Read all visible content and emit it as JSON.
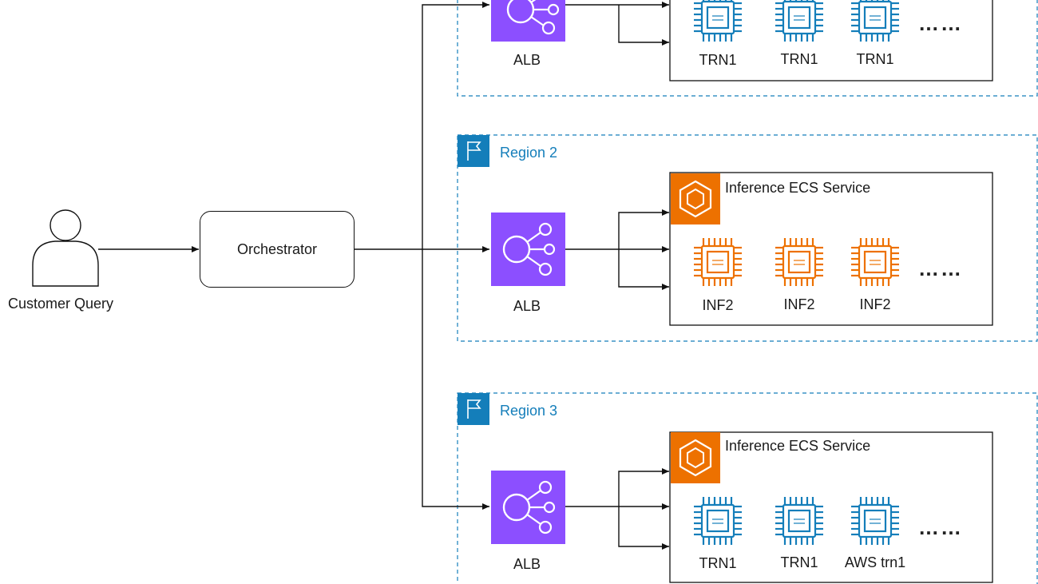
{
  "customer": {
    "label": "Customer Query",
    "icon": "user-icon"
  },
  "orchestrator": {
    "label": "Orchestrator"
  },
  "colors": {
    "alb": "#8c4fff",
    "alb_dark": "#6a2fd6",
    "ecs": "#ed7100",
    "trn_chip": "#147eba",
    "inf_chip": "#ed7100",
    "region_border": "#147eba"
  },
  "regions": [
    {
      "label": "",
      "alb_label": "ALB",
      "service_label": "",
      "instances": [
        "TRN1",
        "TRN1",
        "TRN1"
      ],
      "chip_kind": "trn",
      "more": "……"
    },
    {
      "label": "Region 2",
      "alb_label": "ALB",
      "service_label": "Inference ECS Service",
      "instances": [
        "INF2",
        "INF2",
        "INF2"
      ],
      "chip_kind": "inf",
      "more": "……"
    },
    {
      "label": "Region 3",
      "alb_label": "ALB",
      "service_label": "Inference ECS Service",
      "instances": [
        "TRN1",
        "TRN1",
        "AWS trn1"
      ],
      "chip_kind": "trn",
      "more": "……"
    }
  ]
}
